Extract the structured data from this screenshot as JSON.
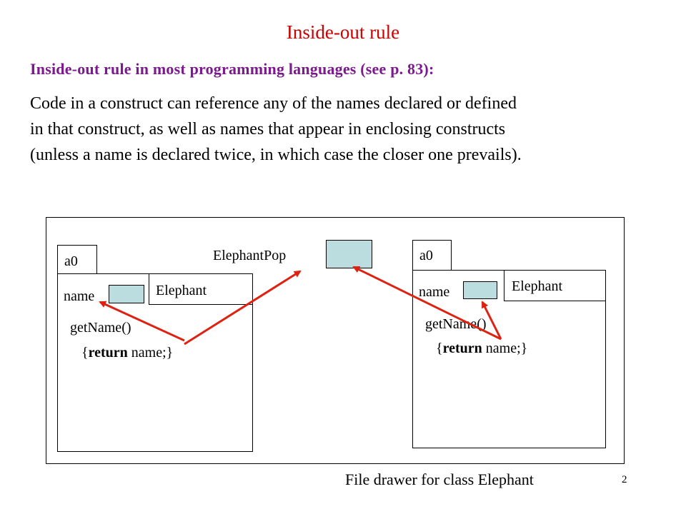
{
  "slide": {
    "title": "Inside-out rule",
    "subtitle": "Inside-out rule in most programming languages (see p. 83):",
    "body_lines": [
      "Code in a construct can reference any of the names declared or defined",
      "in that construct, as well as names that appear in enclosing constructs",
      "(unless a name is declared twice, in which case the closer one prevails)."
    ],
    "page_number": "2"
  },
  "diagram": {
    "drawer_caption": "File drawer for class Elephant",
    "static_field_label": "ElephantPop",
    "objects": [
      {
        "tab_label": "a0",
        "class_label": "Elephant",
        "field_label": "name",
        "method_signature": "getName()",
        "method_open": "{",
        "method_keyword": "return",
        "method_rest": " name;}"
      },
      {
        "tab_label": "a0",
        "class_label": "Elephant",
        "field_label": "name",
        "method_signature": "getName()",
        "method_open": "{",
        "method_keyword": "return",
        "method_rest": " name;}"
      }
    ],
    "colors": {
      "title": "#cc0000",
      "subtitle": "#7a1a8c",
      "arrow": "#dd2211",
      "field_fill": "#bcdde0"
    }
  }
}
